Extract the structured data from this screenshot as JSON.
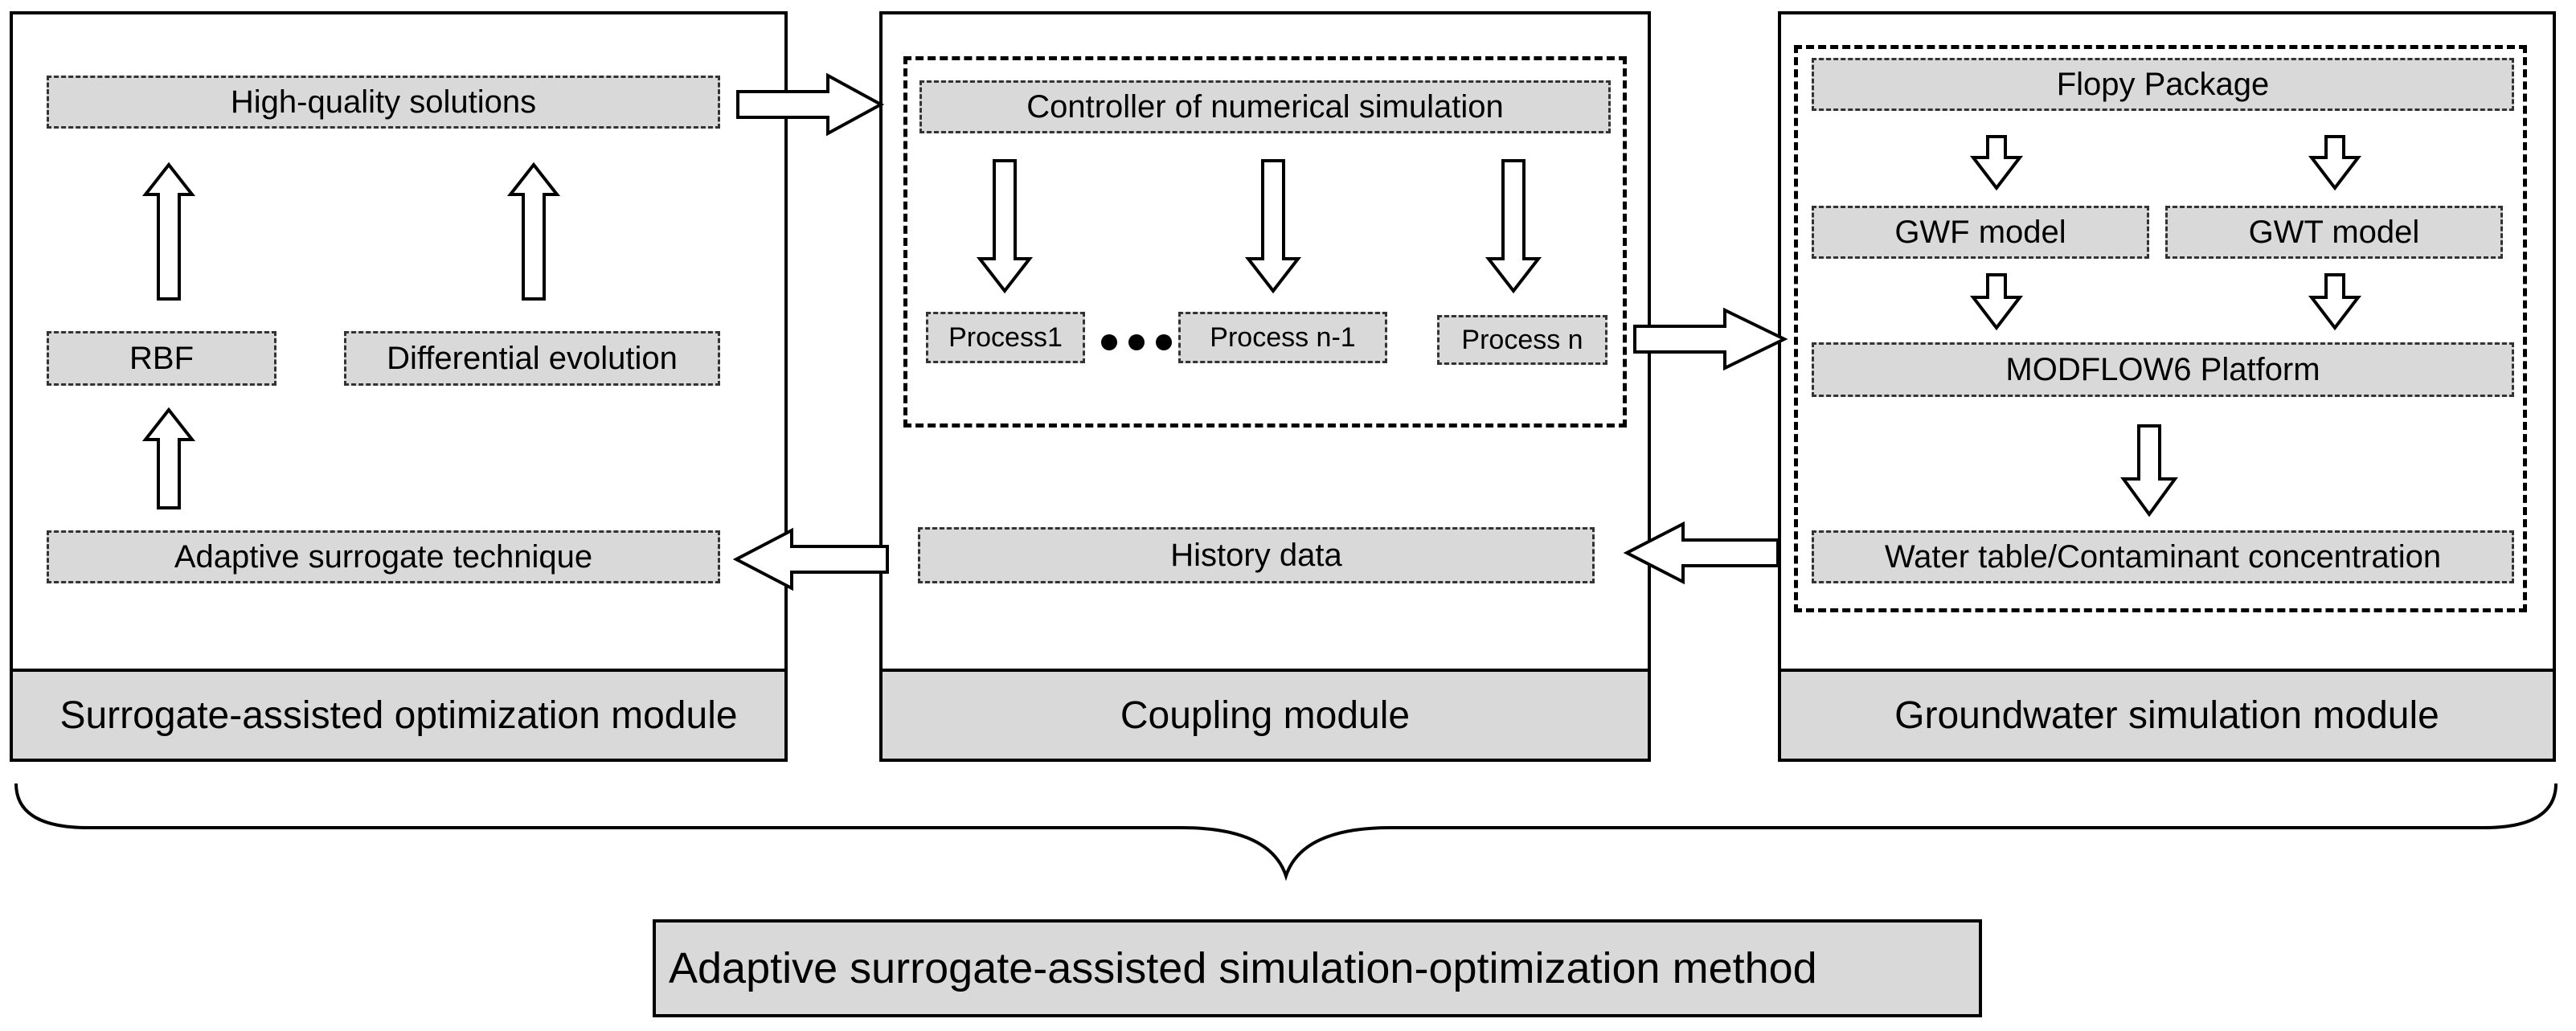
{
  "colors": {
    "box_fill": "#d9d9d9",
    "line": "#000000",
    "background": "#ffffff"
  },
  "modules": {
    "optimization": {
      "title": "Surrogate-assisted optimization module",
      "boxes": {
        "high_quality": "High-quality solutions",
        "rbf": "RBF",
        "de": "Differential evolution",
        "adaptive": "Adaptive surrogate technique"
      }
    },
    "coupling": {
      "title": "Coupling module",
      "boxes": {
        "controller": "Controller of numerical simulation",
        "process1": "Process1",
        "process_n1": "Process n-1",
        "process_n": "Process n",
        "history": "History data"
      }
    },
    "groundwater": {
      "title": "Groundwater simulation module",
      "boxes": {
        "flopy": "Flopy Package",
        "gwf": "GWF model",
        "gwt": "GWT model",
        "modflow": "MODFLOW6 Platform",
        "output": "Water table/Contaminant concentration"
      }
    }
  },
  "method_label": "Adaptive surrogate-assisted simulation-optimization method"
}
